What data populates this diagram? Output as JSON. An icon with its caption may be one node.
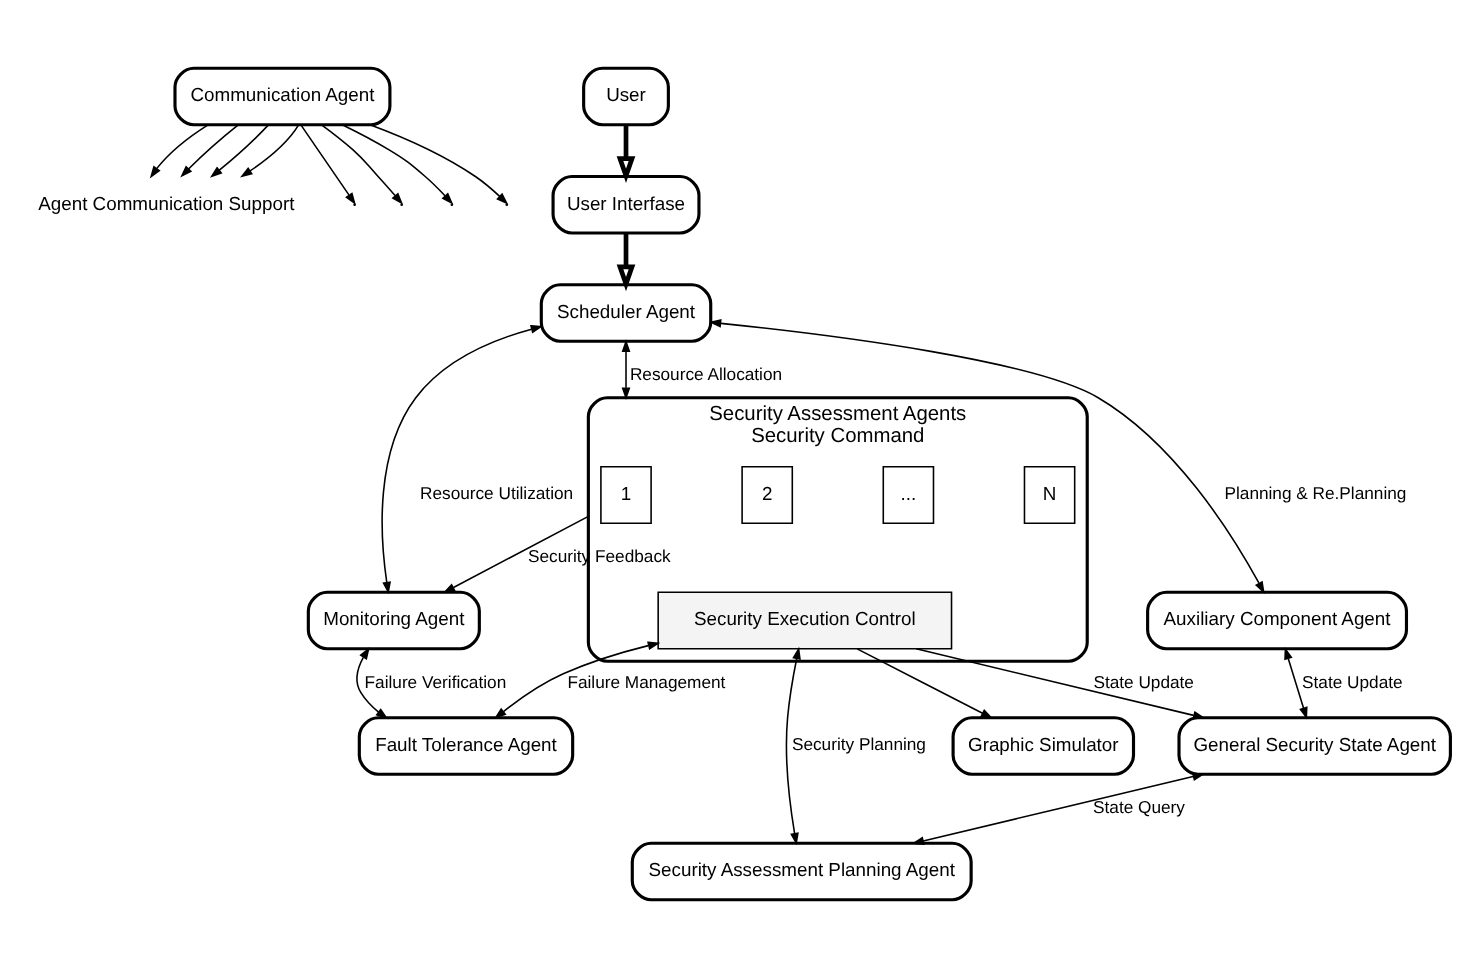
{
  "diagram": {
    "nodes": [
      {
        "text": [
          "Communication Agent"
        ]
      },
      {
        "text": [
          "User Interfase"
        ]
      },
      {
        "text": [
          "User"
        ]
      },
      {
        "text": [
          "Scheduler Agent"
        ]
      },
      {
        "text": [
          "Security Assessment Agents",
          "Security Command"
        ]
      },
      {
        "text": [
          "1"
        ],
        "in": 4
      },
      {
        "text": [
          "2"
        ],
        "in": 4
      },
      {
        "text": [
          "..."
        ],
        "in": 4
      },
      {
        "text": [
          "N"
        ],
        "in": 4
      },
      {
        "text": [
          "Security Execution Control"
        ],
        "in": 4
      },
      {
        "text": [
          "Monitoring Agent"
        ]
      },
      {
        "text": [
          "Auxiliary Component Agent"
        ]
      },
      {
        "text": [
          "General Security State Agent"
        ]
      },
      {
        "text": [
          "Security Assessment Planning Agent"
        ]
      },
      {
        "text": [
          "Graphic Simulator"
        ]
      },
      {
        "text": [
          "Fault Tolerance Agent"
        ]
      },
      {
        "text": [
          "Agent Communication Support"
        ]
      }
    ],
    "edges": [
      {
        "from": 0,
        "to": null,
        "arrow": "to"
      },
      {
        "from": 0,
        "to": null,
        "arrow": "to"
      },
      {
        "from": 0,
        "to": null,
        "arrow": "to"
      },
      {
        "from": 0,
        "to": null,
        "arrow": "to"
      },
      {
        "from": 0,
        "to": 16,
        "arrow": "to"
      },
      {
        "from": 0,
        "to": 16,
        "arrow": "to"
      },
      {
        "from": 0,
        "to": 16,
        "arrow": "to"
      },
      {
        "from": 0,
        "to": 16,
        "arrow": "to"
      },
      {
        "from": 2,
        "to": 1,
        "arrow": "to",
        "style": "thick"
      },
      {
        "from": 1,
        "to": 3,
        "arrow": "to",
        "style": "thick"
      },
      {
        "from": 3,
        "to": 11,
        "arrow": "both",
        "label": "Planning & Re.Planning"
      },
      {
        "from": 3,
        "to": 4,
        "arrow": "both",
        "label": "Resource Allocation"
      },
      {
        "from": 3,
        "to": 10,
        "arrow": "both",
        "label": "Resource Utilization"
      },
      {
        "from": 4,
        "to": 10,
        "arrow": "to",
        "label": "Security Feedback"
      },
      {
        "from": 11,
        "to": 12,
        "arrow": "both",
        "label": "State Update"
      },
      {
        "from": 9,
        "to": 12,
        "arrow": "to",
        "label": "State Update"
      },
      {
        "from": 9,
        "to": 13,
        "arrow": "both",
        "label": "Security Planning"
      },
      {
        "from": 9,
        "to": 14,
        "arrow": "to"
      },
      {
        "from": 9,
        "to": 15,
        "arrow": "both",
        "label": "Failure Management"
      },
      {
        "from": 10,
        "to": 15,
        "arrow": "both",
        "label": "Failure Verification"
      },
      {
        "from": 12,
        "to": 13,
        "arrow": "both",
        "label": "State Query"
      }
    ]
  }
}
